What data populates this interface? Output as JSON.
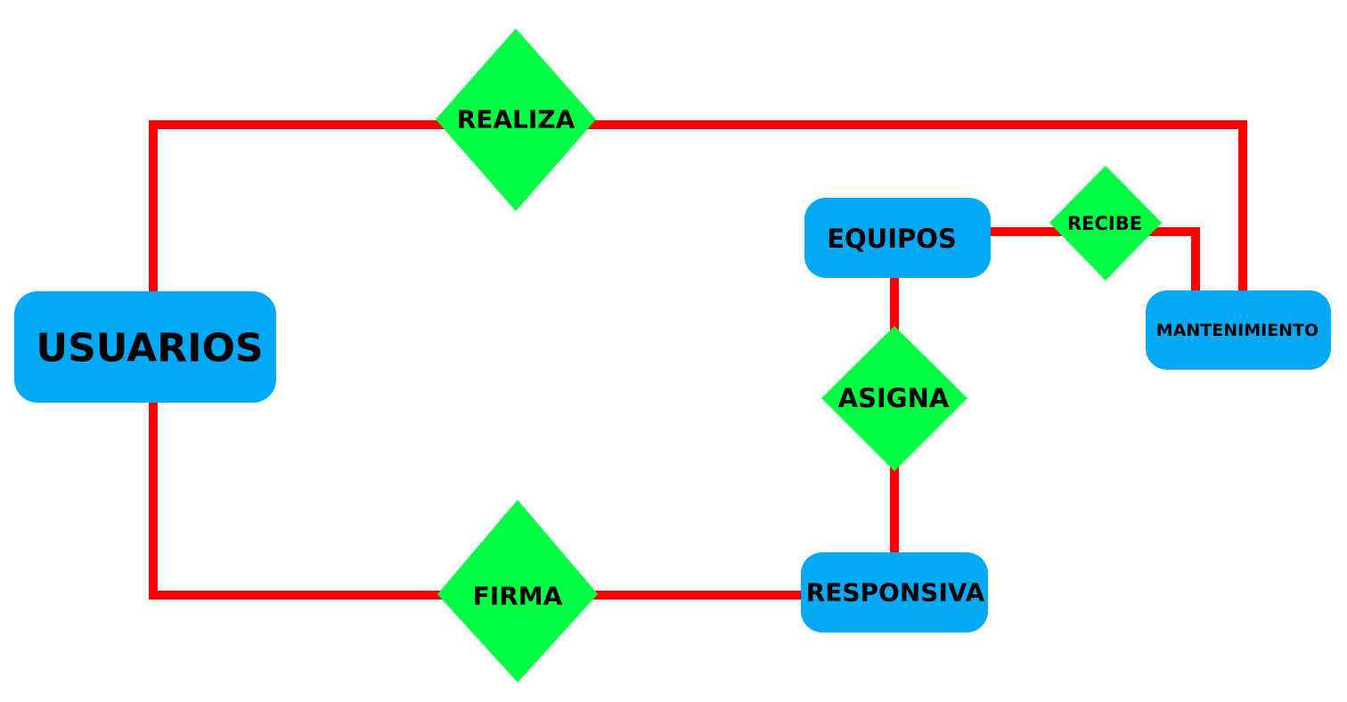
{
  "entities": {
    "usuarios": "USUARIOS",
    "equipos": "EQUIPOS",
    "responsiva": "RESPONSIVA",
    "mantenimiento": "MANTENIMIENTO"
  },
  "relations": {
    "realiza": "REALIZA",
    "firma": "FIRMA",
    "asigna": "ASIGNA",
    "recibe": "RECIBE"
  },
  "colors": {
    "entity_fill": "#03a9f4",
    "relation_fill": "#00ff44",
    "connector": "#ff0000",
    "label": "#000000"
  }
}
